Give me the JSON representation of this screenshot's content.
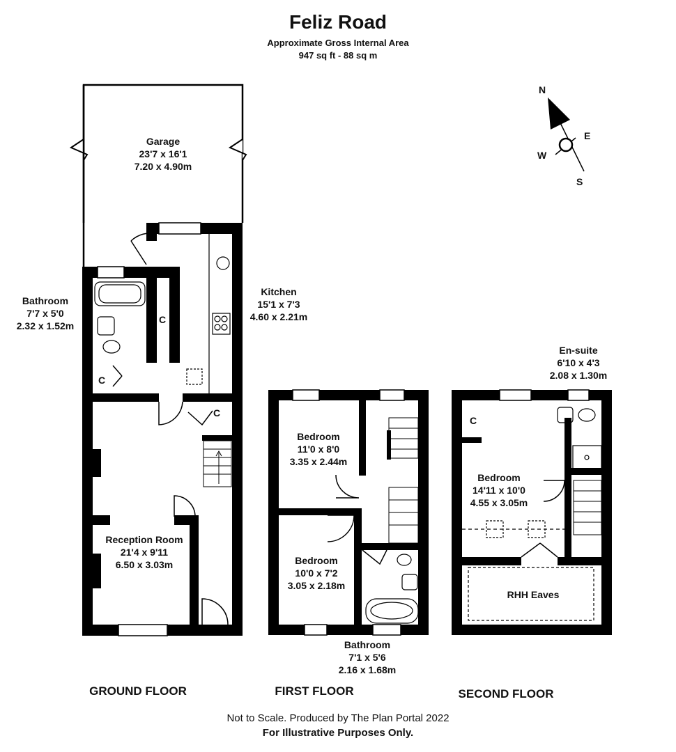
{
  "header": {
    "title": "Feliz Road",
    "subtitle": "Approximate Gross Internal Area",
    "area": "947 sq ft - 88 sq m"
  },
  "compass": {
    "n": "N",
    "e": "E",
    "s": "S",
    "w": "W"
  },
  "rooms": {
    "garage": {
      "name": "Garage",
      "imperial": "23'7 x 16'1",
      "metric": "7.20 x 4.90m"
    },
    "kitchen": {
      "name": "Kitchen",
      "imperial": "15'1 x 7'3",
      "metric": "4.60 x 2.21m"
    },
    "bathroom_ground": {
      "name": "Bathroom",
      "imperial": "7'7 x 5'0",
      "metric": "2.32 x 1.52m"
    },
    "reception": {
      "name": "Reception Room",
      "imperial": "21'4 x 9'11",
      "metric": "6.50 x 3.03m"
    },
    "bedroom_first_a": {
      "name": "Bedroom",
      "imperial": "11'0 x 8'0",
      "metric": "3.35 x 2.44m"
    },
    "bedroom_first_b": {
      "name": "Bedroom",
      "imperial": "10'0 x 7'2",
      "metric": "3.05 x 2.18m"
    },
    "bathroom_first": {
      "name": "Bathroom",
      "imperial": "7'1 x 5'6",
      "metric": "2.16 x 1.68m"
    },
    "ensuite": {
      "name": "En-suite",
      "imperial": "6'10 x 4'3",
      "metric": "2.08 x 1.30m"
    },
    "bedroom_second": {
      "name": "Bedroom",
      "imperial": "14'11 x 10'0",
      "metric": "4.55 x 3.05m"
    },
    "eaves": {
      "name": "RHH Eaves"
    }
  },
  "cupboard_mark": "C",
  "floors": {
    "ground": "GROUND FLOOR",
    "first": "FIRST FLOOR",
    "second": "SECOND FLOOR"
  },
  "footer": {
    "line1": "Not to Scale. Produced by The Plan Portal 2022",
    "line2": "For Illustrative Purposes Only."
  }
}
